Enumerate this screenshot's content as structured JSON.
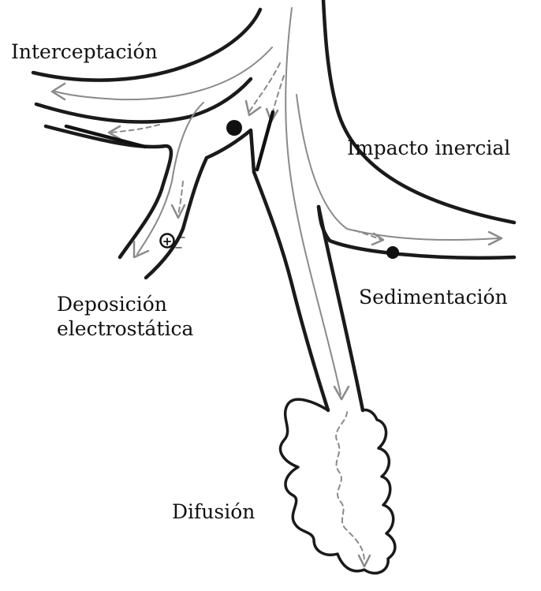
{
  "labels": {
    "interception": "Interceptación",
    "inertial_impact": "Impacto inercial",
    "electrostatic_line1": "Deposición",
    "electrostatic_line2": "electrostática",
    "sedimentation": "Sedimentación",
    "diffusion": "Difusión"
  },
  "charges": {
    "positive": "+",
    "negative": "−"
  },
  "colors": {
    "wall": "#1a1a1a",
    "flow": "#8a8a8a",
    "background": "#ffffff"
  }
}
